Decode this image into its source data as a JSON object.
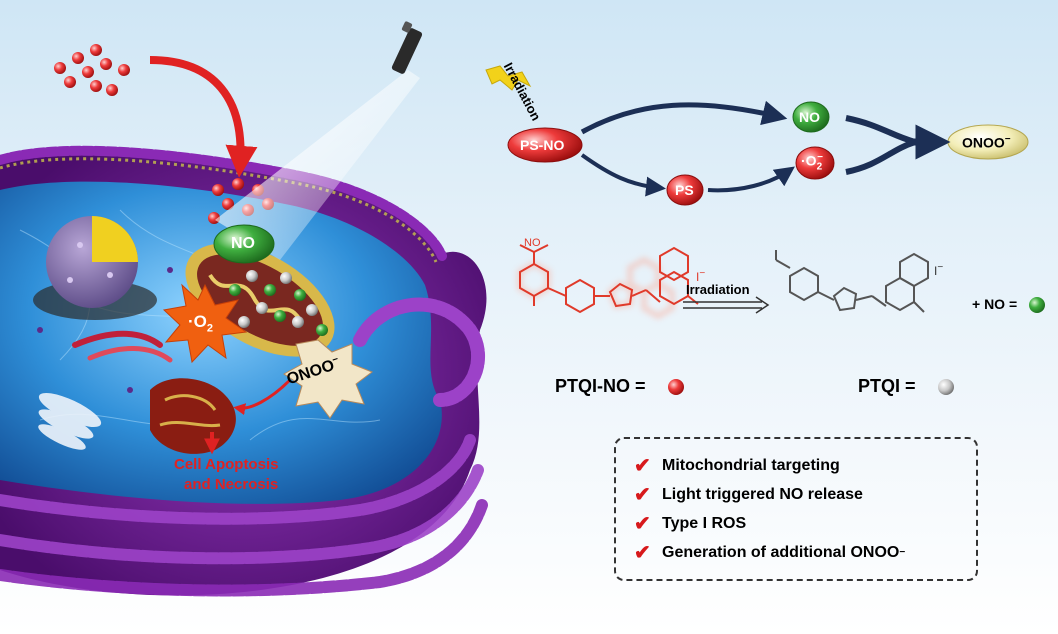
{
  "scheme": {
    "irradiation_label": "Irradiation",
    "ps_no": "PS-NO",
    "ps": "PS",
    "no": "NO",
    "superoxide_base": "·O",
    "superoxide_sub": "2",
    "superoxide_sup": "−",
    "onoo": "ONOO",
    "onoo_sup": "−"
  },
  "chemistry": {
    "reaction_label": "Irradiation",
    "no_group": "NO",
    "iodide": "I",
    "iodide_sup": "−",
    "plus_no": "+ NO =",
    "ptqi_no_label": "PTQI-NO =",
    "ptqi_label": "PTQI ="
  },
  "cell": {
    "no_label": "NO",
    "o2_label": "·O",
    "o2_sub": "2",
    "onoo_label": "ONOO",
    "onoo_sup": "−",
    "outcome_line1": "Cell Apoptosis",
    "outcome_line2": "and Necrosis"
  },
  "features": [
    {
      "text": "Mitochondrial targeting"
    },
    {
      "text": "Light triggered NO release"
    },
    {
      "text": "Type I ROS"
    },
    {
      "text": "Generation of additional ONOO",
      "sup": "−"
    }
  ],
  "colors": {
    "membrane": "#6a1b8f",
    "cytoplasm": "#2c8fd6",
    "red_sphere": "#e03030",
    "green_pill": "#3fa33f",
    "onoo_pill": "#f0eaa0",
    "arrow_navy": "#1c2f55",
    "check_red": "#d7191c",
    "molecule_red": "#e03a2a"
  }
}
